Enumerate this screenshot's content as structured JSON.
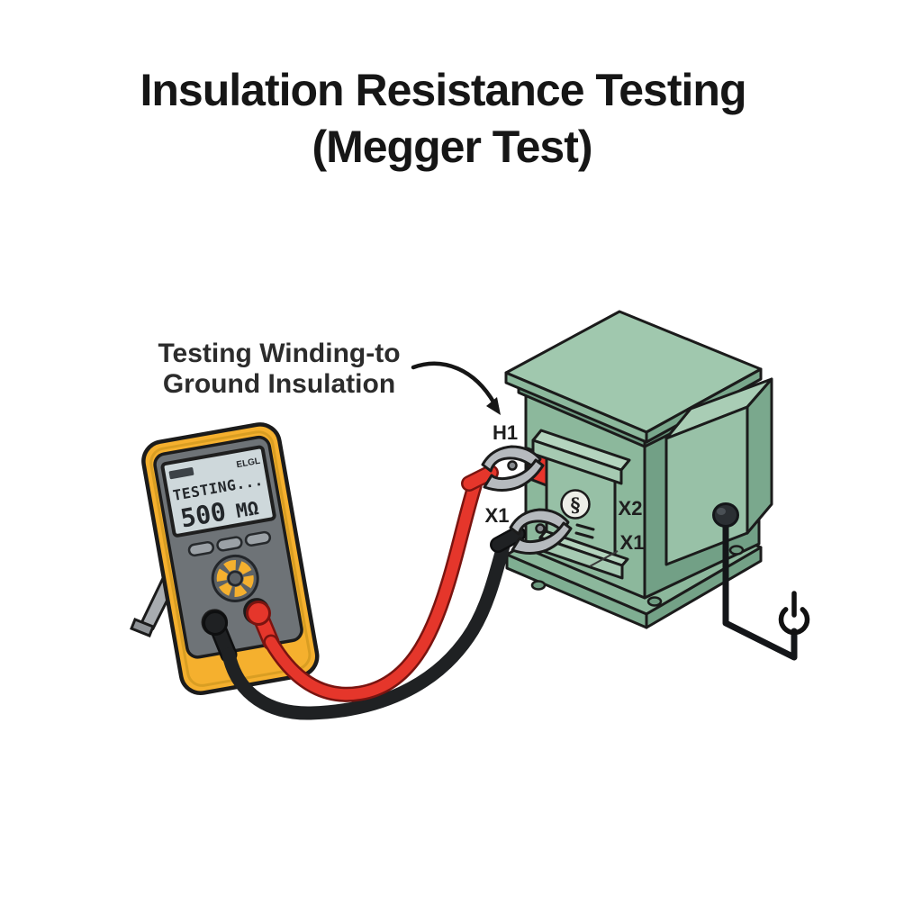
{
  "title": {
    "line1": "Insulation Resistance Testing",
    "line2": "(Megger Test)"
  },
  "annotation": {
    "line1": "Testing Winding-to",
    "line2": "Ground Insulation"
  },
  "meter": {
    "display": {
      "status": "TESTING...",
      "reading": "500",
      "unit": "MΩ",
      "brand": "ELGL"
    }
  },
  "transformer": {
    "labels": {
      "h1": "H1",
      "x1_lead": "X1",
      "x2": "X2",
      "x1_panel": "X1"
    },
    "emblem": "§"
  },
  "icons": {
    "power_icon": "power-symbol",
    "ground_terminal": "ground-terminal-knob"
  },
  "colors": {
    "meter_yellow": "#F5B02E",
    "meter_face_grey": "#6E7377",
    "lcd_screen": "#CED8DB",
    "transformer_green": "#8CB89C",
    "transformer_green_dark": "#72A086",
    "transformer_green_light": "#A0C8AE",
    "lead_red": "#E5362B",
    "lead_black": "#1F2123",
    "terminal_red": "#E8352B",
    "outline": "#1B1B1B"
  }
}
